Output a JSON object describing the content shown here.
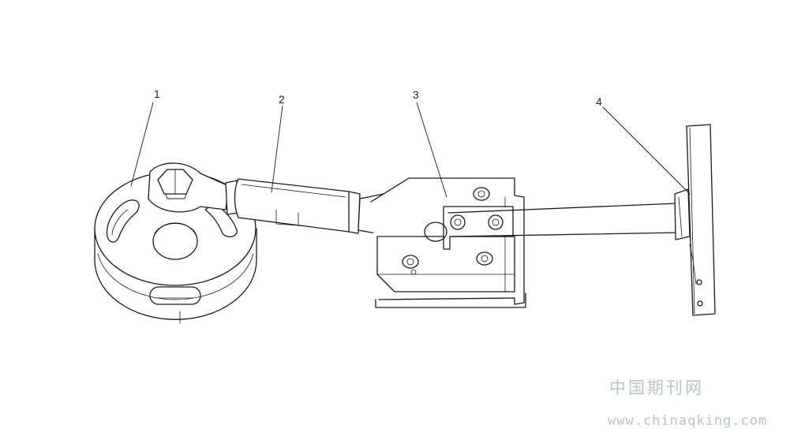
{
  "callouts": {
    "c1": "1",
    "c2": "2",
    "c3": "3",
    "c4": "4"
  },
  "watermark": {
    "site_name": "中国期刊网",
    "url": "www.chinaqking.com"
  },
  "colors": {
    "line": "#1a1a1a",
    "watermark": "#b9c3cc"
  }
}
